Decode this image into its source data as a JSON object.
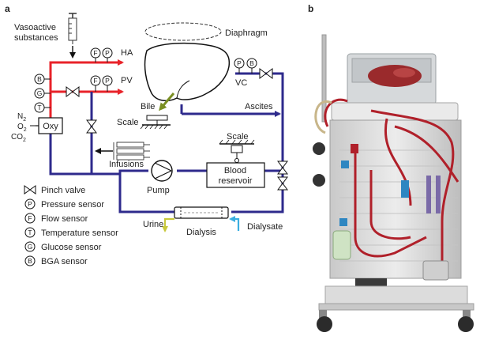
{
  "panels": {
    "a": "a",
    "b": "b"
  },
  "labels": {
    "vasoactive_line1": "Vasoactive",
    "vasoactive_line2": "substances",
    "ha": "HA",
    "pv": "PV",
    "vc": "VC",
    "diaphragm": "Diaphragm",
    "bile": "Bile",
    "scale_bile": "Scale",
    "ascites": "Ascites",
    "scale_reservoir": "Scale",
    "blood_reservoir_line1": "Blood",
    "blood_reservoir_line2": "reservoir",
    "infusions": "Infusions",
    "pump": "Pump",
    "oxy": "Oxy",
    "n2": "N",
    "n2_sub": "2",
    "o2": "O",
    "o2_sub": "2",
    "co2": "CO",
    "co2_sub": "2",
    "urine": "Urine",
    "dialysis": "Dialysis",
    "dialysate": "Dialysate"
  },
  "sensor_letters": {
    "flow": "F",
    "pressure": "P",
    "temperature": "T",
    "glucose": "G",
    "bga": "B"
  },
  "legend": [
    {
      "symbol": "valve",
      "text": "Pinch valve"
    },
    {
      "symbol": "P",
      "text": "Pressure sensor"
    },
    {
      "symbol": "F",
      "text": "Flow sensor"
    },
    {
      "symbol": "T",
      "text": "Temperature sensor"
    },
    {
      "symbol": "G",
      "text": "Glucose sensor"
    },
    {
      "symbol": "B",
      "text": "BGA sensor"
    }
  ],
  "colors": {
    "arterial": "#e8232a",
    "venous": "#2e2a8c",
    "bile_arrow": "#7a8f23",
    "urine_arrow": "#c8c83c",
    "dialysate_arrow": "#3aaee0",
    "machine_frame": "#d9d9d9",
    "tubing": "#b0202a"
  }
}
